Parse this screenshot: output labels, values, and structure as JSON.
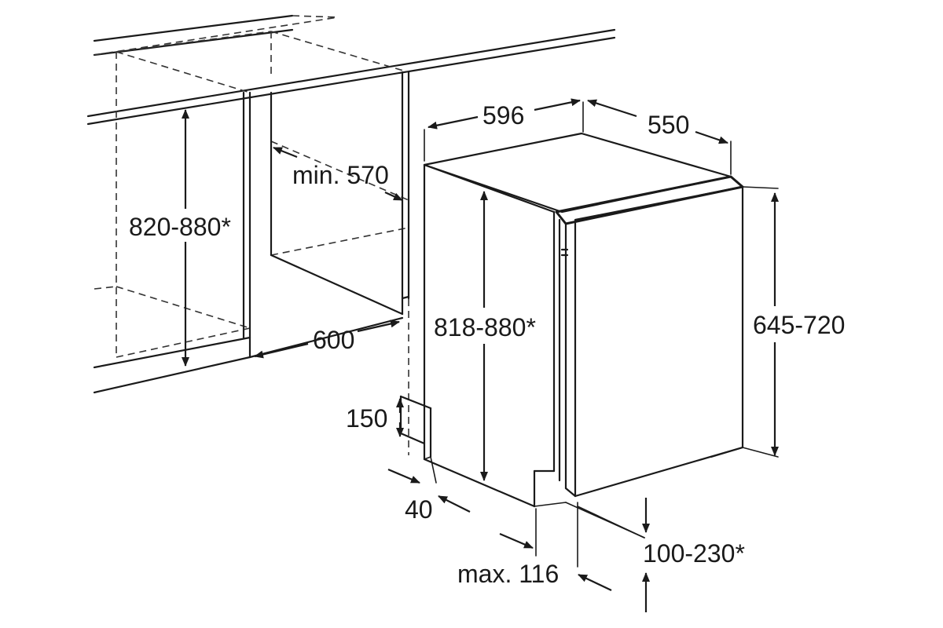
{
  "diagram": {
    "dimensions": {
      "width": "596",
      "depth": "550",
      "niche_depth_min": "min. 570",
      "niche_height": "820-880*",
      "niche_width": "600",
      "appliance_height": "818-880*",
      "door_height": "645-720",
      "plinth_height": "150",
      "plinth_setback": "40",
      "plinth_depth_max": "max. 116",
      "plinth_gap": "100-230*"
    }
  }
}
